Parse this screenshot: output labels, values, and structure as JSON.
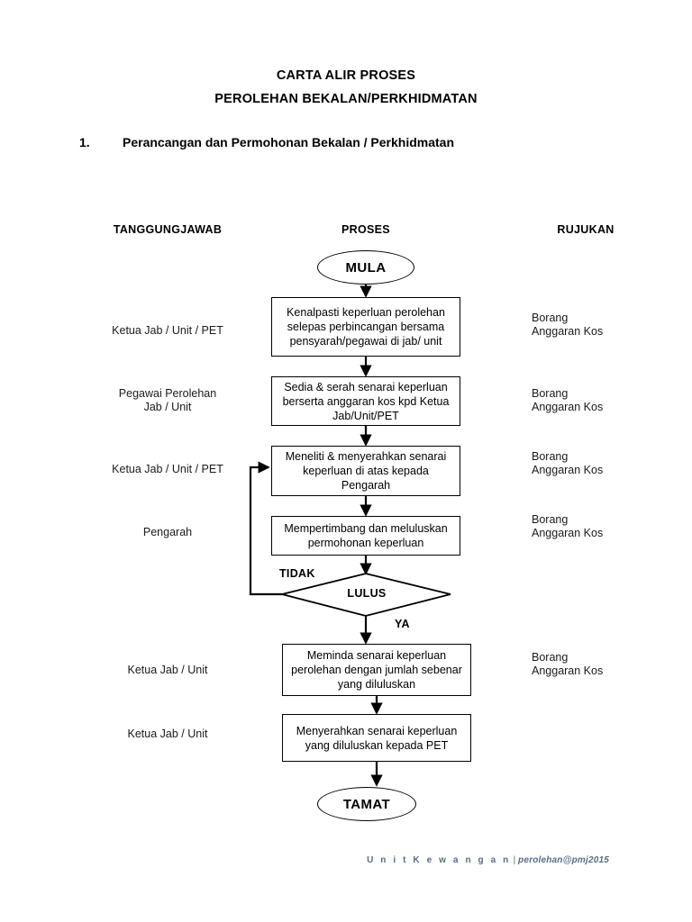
{
  "document": {
    "title_line1": "CARTA ALIR PROSES",
    "title_line2": "PEROLEHAN BEKALAN/PERKHIDMATAN",
    "section_number": "1.",
    "section_title": "Perancangan dan Permohonan Bekalan / Perkhidmatan"
  },
  "columns": {
    "left_header": "TANGGUNGJAWAB",
    "center_header": "PROSES",
    "right_header": "RUJUKAN"
  },
  "flow": {
    "start": "MULA",
    "end": "TAMAT",
    "decision": "LULUS",
    "branch_no": "TIDAK",
    "branch_yes": "YA",
    "steps": [
      {
        "id": "step-1",
        "process": "Kenalpasti keperluan perolehan selepas perbincangan bersama pensyarah/pegawai di jab/ unit",
        "responsibility": "Ketua Jab / Unit / PET",
        "reference": "Borang\nAnggaran Kos"
      },
      {
        "id": "step-2",
        "process": "Sedia & serah senarai keperluan berserta anggaran kos kpd Ketua Jab/Unit/PET",
        "responsibility": "Pegawai Perolehan\nJab / Unit",
        "reference": "Borang\nAnggaran Kos"
      },
      {
        "id": "step-3",
        "process": "Meneliti & menyerahkan senarai keperluan di atas kepada Pengarah",
        "responsibility": "Ketua Jab / Unit / PET",
        "reference": "Borang\nAnggaran Kos"
      },
      {
        "id": "step-4",
        "process": "Mempertimbang dan meluluskan permohonan keperluan",
        "responsibility": "Pengarah",
        "reference": "Borang\nAnggaran Kos"
      },
      {
        "id": "step-5",
        "process": "Meminda senarai keperluan perolehan dengan jumlah sebenar yang diluluskan",
        "responsibility": "Ketua Jab / Unit",
        "reference": "Borang\nAnggaran Kos"
      },
      {
        "id": "step-6",
        "process": "Menyerahkan senarai keperluan yang diluluskan kepada PET",
        "responsibility": "Ketua Jab / Unit",
        "reference": ""
      }
    ]
  },
  "footer": {
    "unit": "U n i t   K e w a n g a n",
    "separator": " | ",
    "email": "perolehan@pmj2015",
    "color": "#5a6b86"
  }
}
